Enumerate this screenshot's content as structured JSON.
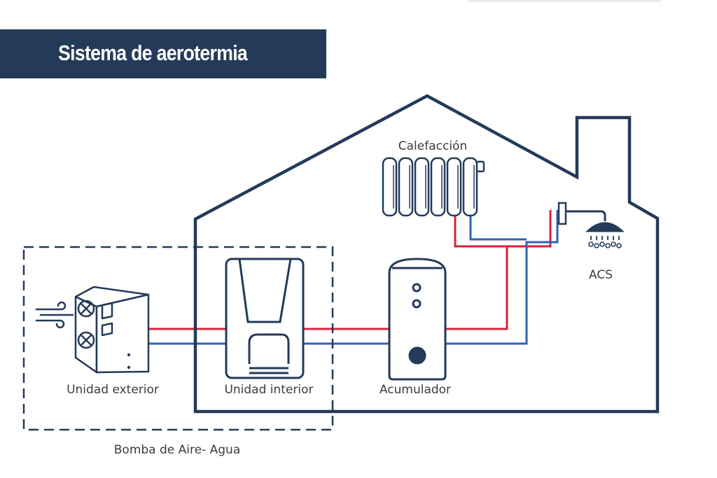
{
  "title": "Sistema de aerotermia",
  "labels": {
    "outdoor_unit": "Unidad exterior",
    "indoor_unit": "Unidad interior",
    "accumulator": "Acumulador",
    "heating": "Calefacción",
    "hot_water": "ACS",
    "heat_pump": "Bomba de Aire- Agua"
  },
  "colors": {
    "outline": "#243a59",
    "hot_pipe": "#d6233a",
    "cold_pipe": "#2d63b5",
    "text": "#3a3d42"
  },
  "icons": [
    "wind-icon",
    "outdoor-unit-icon",
    "indoor-unit-icon",
    "accumulator-tank-icon",
    "radiator-icon",
    "shower-icon"
  ]
}
